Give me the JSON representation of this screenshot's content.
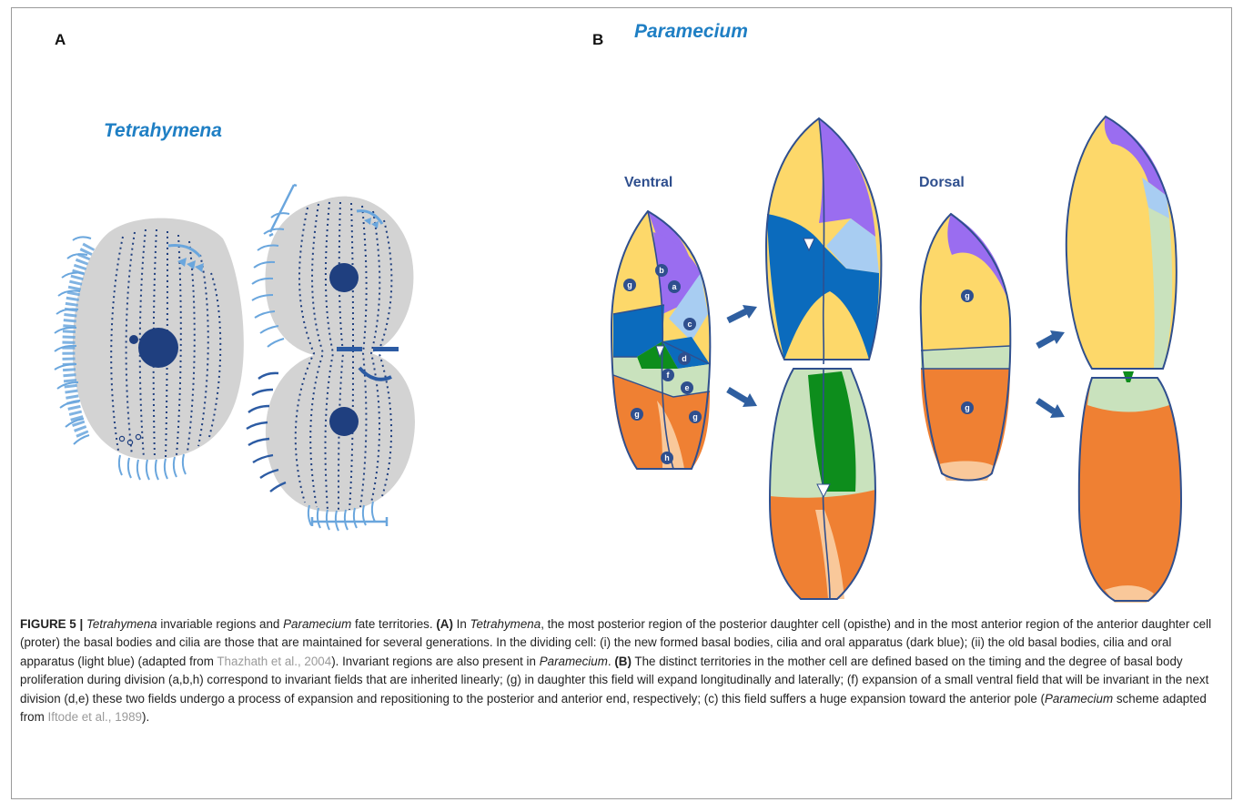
{
  "panel_a": {
    "letter": "A",
    "species": "Tetrahymena"
  },
  "panel_b": {
    "letter": "B",
    "species": "Paramecium",
    "view_ventral": "Ventral",
    "view_dorsal": "Dorsal",
    "field_labels": {
      "a": "a",
      "b": "b",
      "c": "c",
      "d": "d",
      "e": "e",
      "f": "f",
      "g": "g",
      "h": "h"
    }
  },
  "colors": {
    "cell_gray": "#d3d3d3",
    "dark_blue": "#0b6bbd",
    "light_blue": "#a8cdf2",
    "purple": "#9a6df0",
    "yellow": "#fdd86a",
    "orange": "#ef8033",
    "peach": "#f9c89a",
    "pale_green": "#c9e2bd",
    "green": "#0d8d1c",
    "outline": "#2f4f8e",
    "cilia": "#6aa6dd",
    "arrow": "#2f5fa0"
  },
  "caption": {
    "lead": "FIGURE 5 |",
    "s1_i": "Tetrahymena",
    "s1": " invariable regions and ",
    "s2_i": "Paramecium",
    "s2": " fate territories. ",
    "a_tag": "(A)",
    "a1": " In ",
    "a1_i": "Tetrahymena",
    "a2": ", the most posterior region of the posterior daughter cell (opisthe) and in the most anterior region of the anterior daughter cell (proter) the basal bodies and cilia are those that are maintained for several generations. In the dividing cell: (i) the new formed basal bodies, cilia and oral apparatus (dark blue); (ii) the old basal bodies, cilia and oral apparatus (light blue) (adapted from ",
    "cite1": "Thazhath et al., 2004",
    "a3": "). Invariant regions are also present in ",
    "a3_i": "Paramecium",
    "a4": ". ",
    "b_tag": "(B)",
    "b1": " The distinct territories in the mother cell are defined based on the timing and the degree of basal body proliferation during division (a,b,h) correspond to invariant fields that are inherited linearly; (g) in daughter this field will expand longitudinally and laterally; (f) expansion of a small ventral field that will be invariant in the next division (d,e) these two fields undergo a process of expansion and repositioning to the posterior and anterior end, respectively; (c) this field suffers a huge expansion toward the anterior pole (",
    "b1_i": "Paramecium",
    "b2": " scheme adapted from ",
    "cite2": "Iftode et al., 1989",
    "b3": ")."
  }
}
